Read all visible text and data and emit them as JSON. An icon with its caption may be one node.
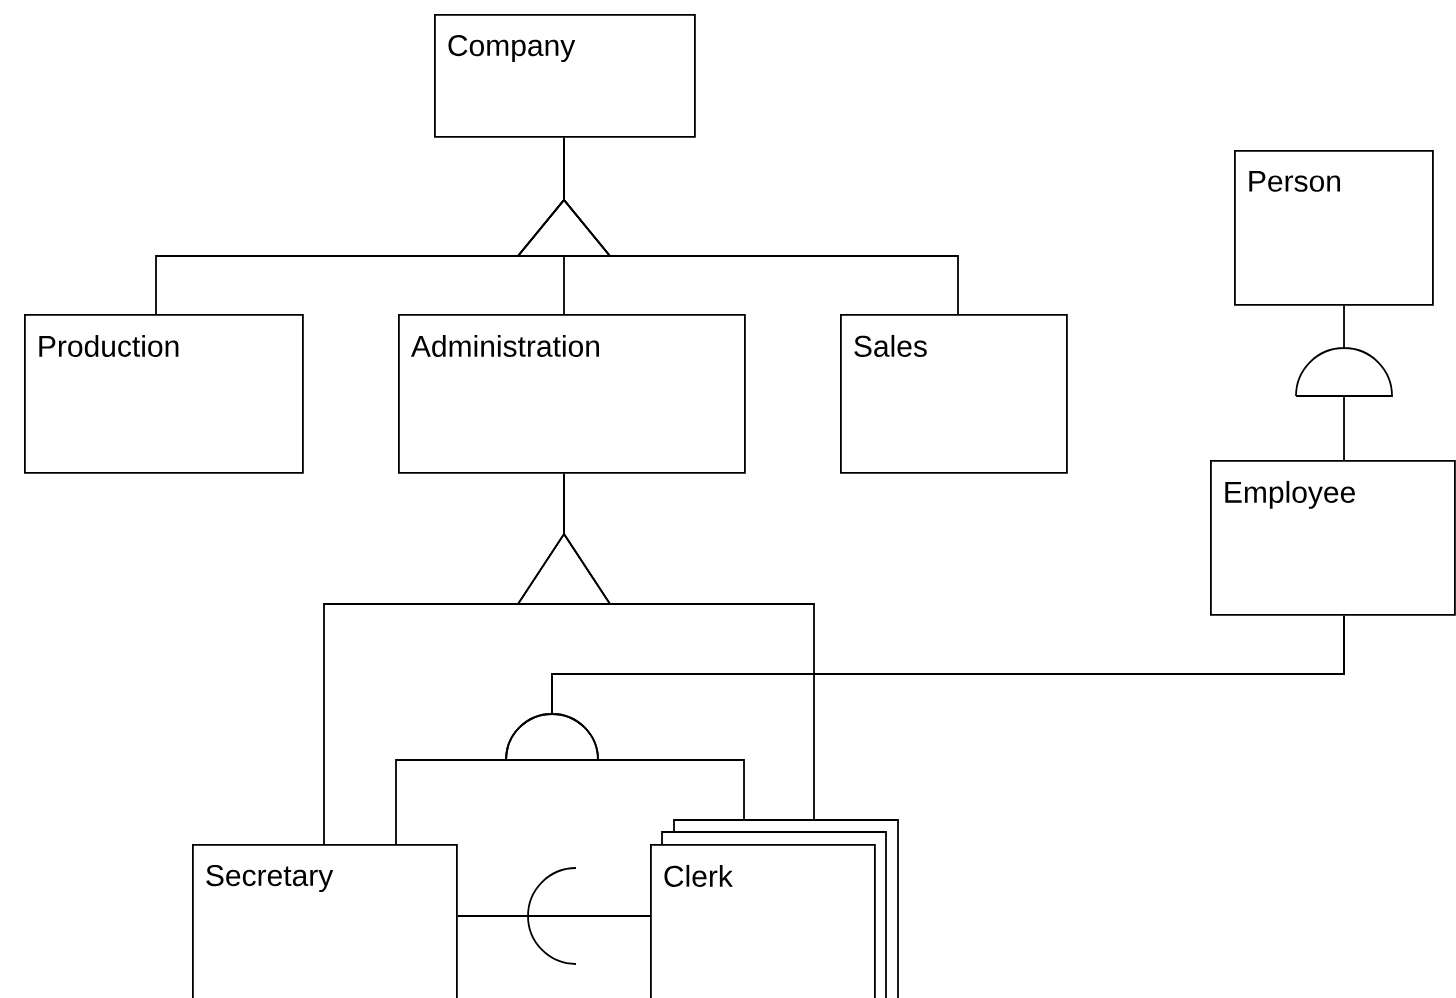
{
  "diagram": {
    "nodes": [
      {
        "text": [
          "Company"
        ]
      },
      {
        "text": [
          "Production"
        ]
      },
      {
        "text": [
          "Administration"
        ]
      },
      {
        "text": [
          "Sales"
        ]
      },
      {
        "text": [
          "Person"
        ]
      },
      {
        "text": [
          "Employee"
        ]
      },
      {
        "text": [
          "Secretary"
        ]
      },
      {
        "text": [
          "Clerk"
        ]
      }
    ],
    "edges": [
      {
        "from": 1,
        "to": 0,
        "arrow": "none"
      },
      {
        "from": 2,
        "to": 0,
        "arrow": "none"
      },
      {
        "from": 3,
        "to": 0,
        "arrow": "none"
      },
      {
        "from": 5,
        "to": 4,
        "arrow": "none"
      },
      {
        "from": 6,
        "to": 2,
        "arrow": "none"
      },
      {
        "from": 7,
        "to": 2,
        "arrow": "none"
      },
      {
        "from": 6,
        "to": 5,
        "arrow": "none"
      },
      {
        "from": 7,
        "to": 5,
        "arrow": "none"
      },
      {
        "from": 6,
        "to": 7,
        "arrow": "none"
      }
    ]
  }
}
